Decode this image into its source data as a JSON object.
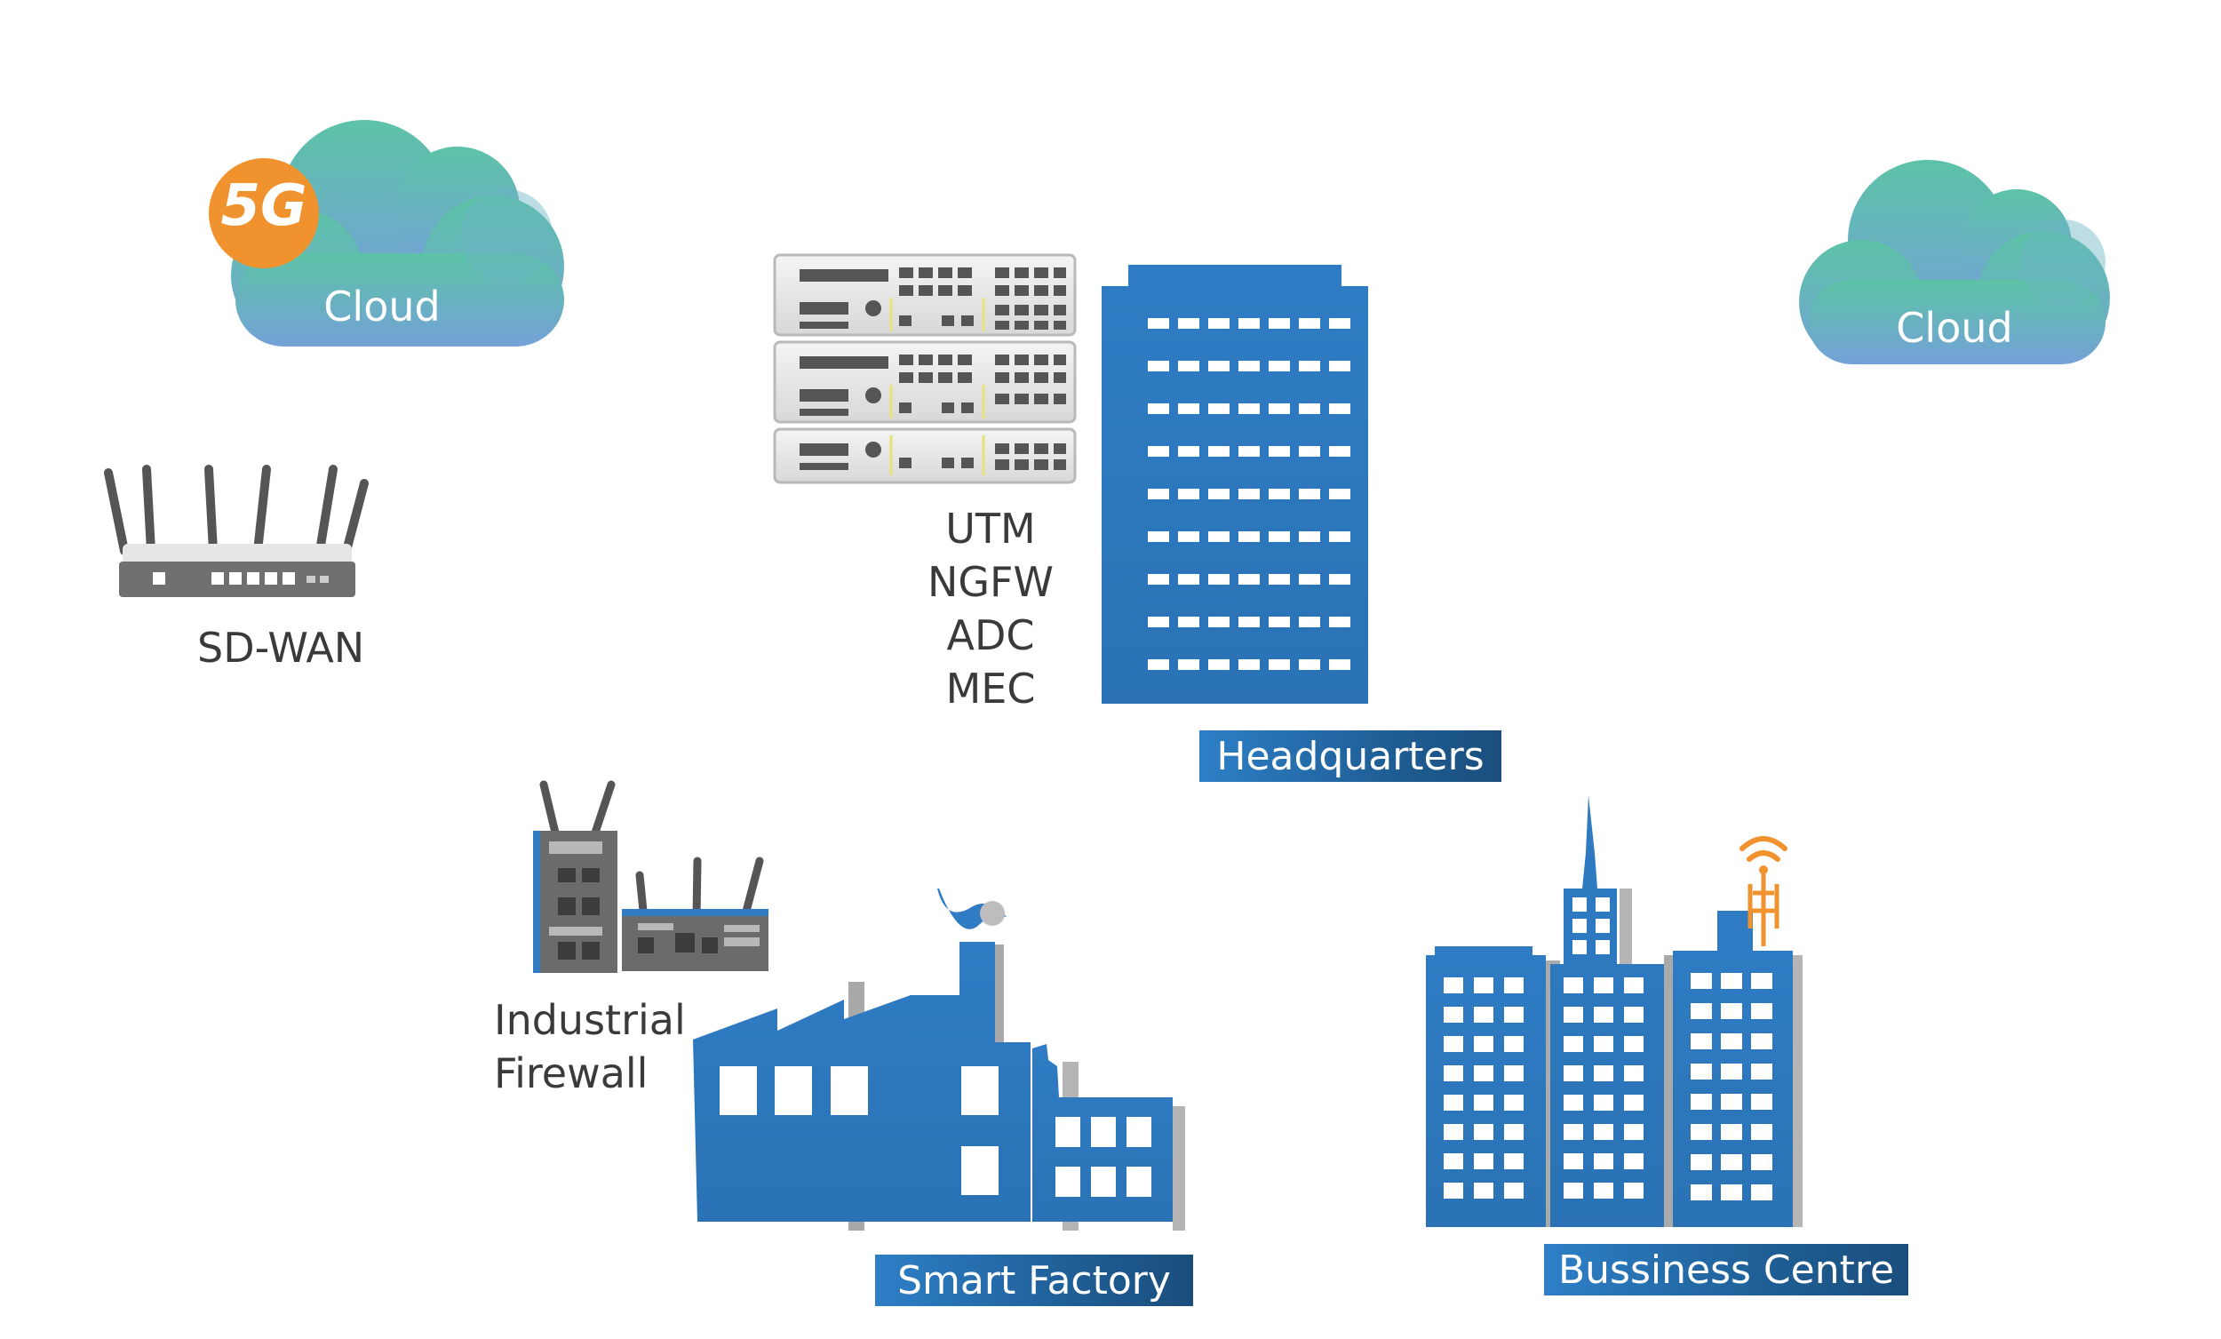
{
  "clouds": [
    {
      "id": "cloud-5g",
      "badge": "5G",
      "label": "Cloud"
    },
    {
      "id": "cloud-right",
      "label": "Cloud"
    }
  ],
  "devices": {
    "sdwan_label": "SD-WAN",
    "hq_appliance_labels": [
      "UTM",
      "NGFW",
      "ADC",
      "MEC"
    ],
    "industrial_label_line1": "Industrial",
    "industrial_label_line2": "Firewall"
  },
  "sites": {
    "headquarters": "Headquarters",
    "smart_factory": "Smart Factory",
    "business_centre": "Bussiness Centre"
  },
  "colors": {
    "cloud_top": "#5fc0a8",
    "cloud_bottom": "#6fa3d6",
    "badge": "#f0922e",
    "building_blue": "#2f7cc4",
    "building_dark": "#1d5f9e",
    "tag_blue": "#2e7fc7",
    "antenna_orange": "#f0922e"
  }
}
